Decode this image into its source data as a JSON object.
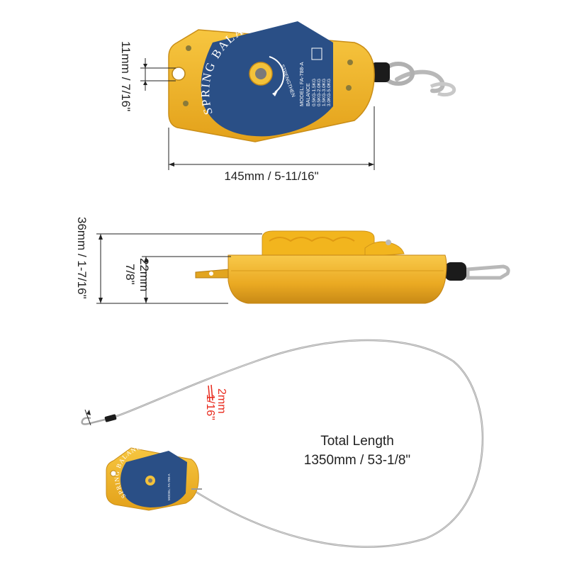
{
  "dimensions": {
    "hole": "11mm / 7/16\"",
    "width": "145mm / 5-11/16\"",
    "total_height": "36mm / 1-7/16\"",
    "body_height_mm": "22mm",
    "body_height_in": "7/8\"",
    "cable_mm": "2mm",
    "cable_in": "1/16\""
  },
  "total_length": {
    "title": "Total Length",
    "value": "1350mm / 53-1/8\""
  },
  "product_face": {
    "brand_arc": "SPRING BALANCER",
    "strengthen": "STRENGTHEN",
    "model": "MODEL: FA-788-A",
    "balance_title": "BALANCE",
    "balance_rows": [
      "0.5KG-1.5KG",
      "0.5KG-2.0KG",
      "1.5KG-3.0KG",
      "3.0KG-5.0KG"
    ]
  },
  "colors": {
    "housing_yellow": "#f0b21e",
    "housing_dark": "#d3921a",
    "label_blue": "#2a4f86",
    "dimension_red": "#e8291c"
  }
}
